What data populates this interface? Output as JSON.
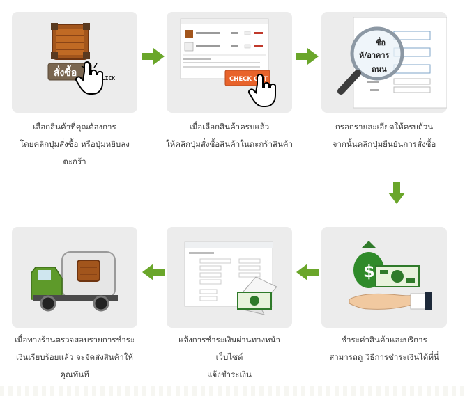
{
  "steps": [
    {
      "lines": [
        "เลือกสินค้าที่คุณต้องการ",
        "โดยคลิกปุ่มสั่งซื้อ หรือปุ่มหยิบลง",
        "ตะกร้า"
      ],
      "art": {
        "button_label": "สั่งซื้อ",
        "click_label": "CLICK"
      }
    },
    {
      "lines": [
        "เมื่อเลือกสินค้าครบแล้ว",
        "ให้คลิกปุ่มสั่งซื้อสินค้าในตะกร้าสินค้า"
      ],
      "art": {
        "checkout_label": "CHECK OUT"
      }
    },
    {
      "lines": [
        "กรอกรายละเอียดให้ครบถ้วน",
        "จากนั้นคลิกปุ่มยืนยันการสั่งซื้อ"
      ],
      "art": {
        "field_1": "ชื่อ",
        "field_2": "ห้/อาคาร",
        "field_3": "ถนน"
      }
    },
    {
      "lines": [
        "ชำระค่าสินค้าและบริการ",
        "สามารถดู วิธีการชำระเงินได้ที่นี่"
      ],
      "art": {
        "bag_symbol": "$"
      }
    },
    {
      "lines": [
        "แจ้งการชำระเงินผ่านทางหน้า",
        "เว็บไซต์",
        "แจ้งชำระเงิน"
      ],
      "art": {}
    },
    {
      "lines": [
        "เมื่อทางร้านตรวจสอบรายการชำระ",
        "เงินเรียบร้อยแล้ว จะจัดส่งสินค้าให้",
        "คุณทันที"
      ],
      "art": {}
    }
  ],
  "colors": {
    "tile_bg": "#ececec",
    "arrow_green": "#6aa62a",
    "checkout_orange": "#e8632b",
    "truck_green": "#5e9a2a"
  }
}
